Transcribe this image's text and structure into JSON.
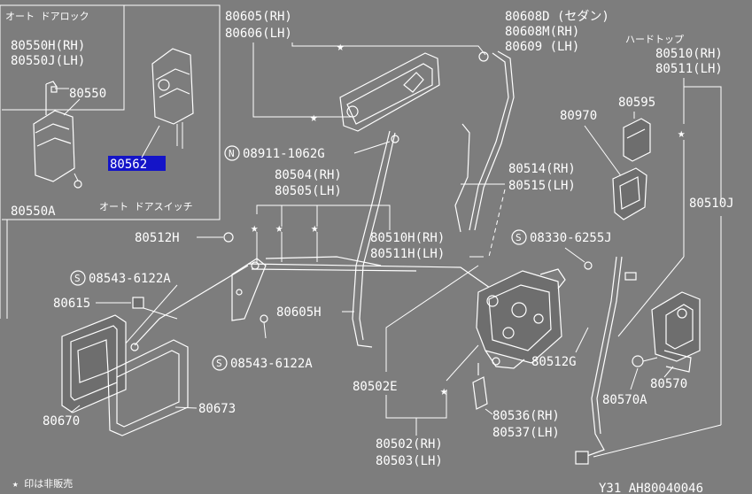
{
  "inset_left": {
    "title": "オート ドアロック",
    "labels": [
      "80550H(RH)",
      "80550J(LH)",
      "80550",
      "80550A"
    ]
  },
  "inset_right": {
    "title": "オート ドアスイッチ",
    "selected_part": "80562"
  },
  "labels": {
    "l_80605rh": "80605(RH)",
    "l_80606lh": "80606(LH)",
    "l_nut": "08911-1062G",
    "l_80504": "80504(RH)",
    "l_80505": "80505(LH)",
    "l_80512h": "80512H",
    "l_80510h": "80510H(RH)",
    "l_80511h": "80511H(LH)",
    "l_s1": "08543-6122A",
    "l_80615": "80615",
    "l_80605h": "80605H",
    "l_s2": "08543-6122A",
    "l_80670": "80670",
    "l_80673": "80673",
    "l_80502e": "80502E",
    "l_80502": "80502(RH)",
    "l_80503": "80503(LH)",
    "l_80608d": "80608D (セダン)",
    "l_80608m": "80608M(RH)",
    "l_80609": "80609  (LH)",
    "l_hardtop": "ハードトップ",
    "l_80510rh": "80510(RH)",
    "l_80511lh": "80511(LH)",
    "l_80970": "80970",
    "l_80595": "80595",
    "l_80514": "80514(RH)",
    "l_80515": "80515(LH)",
    "l_s3": "08330-6255J",
    "l_80510j": "80510J",
    "l_80512g": "80512G",
    "l_80570": "80570",
    "l_80570a": "80570A",
    "l_80536": "80536(RH)",
    "l_80537": "80537(LH)",
    "legend": "★ 印は非販売",
    "ref_code": "Y31  AH80040046",
    "n_mark": "N",
    "s_mark": "S"
  }
}
